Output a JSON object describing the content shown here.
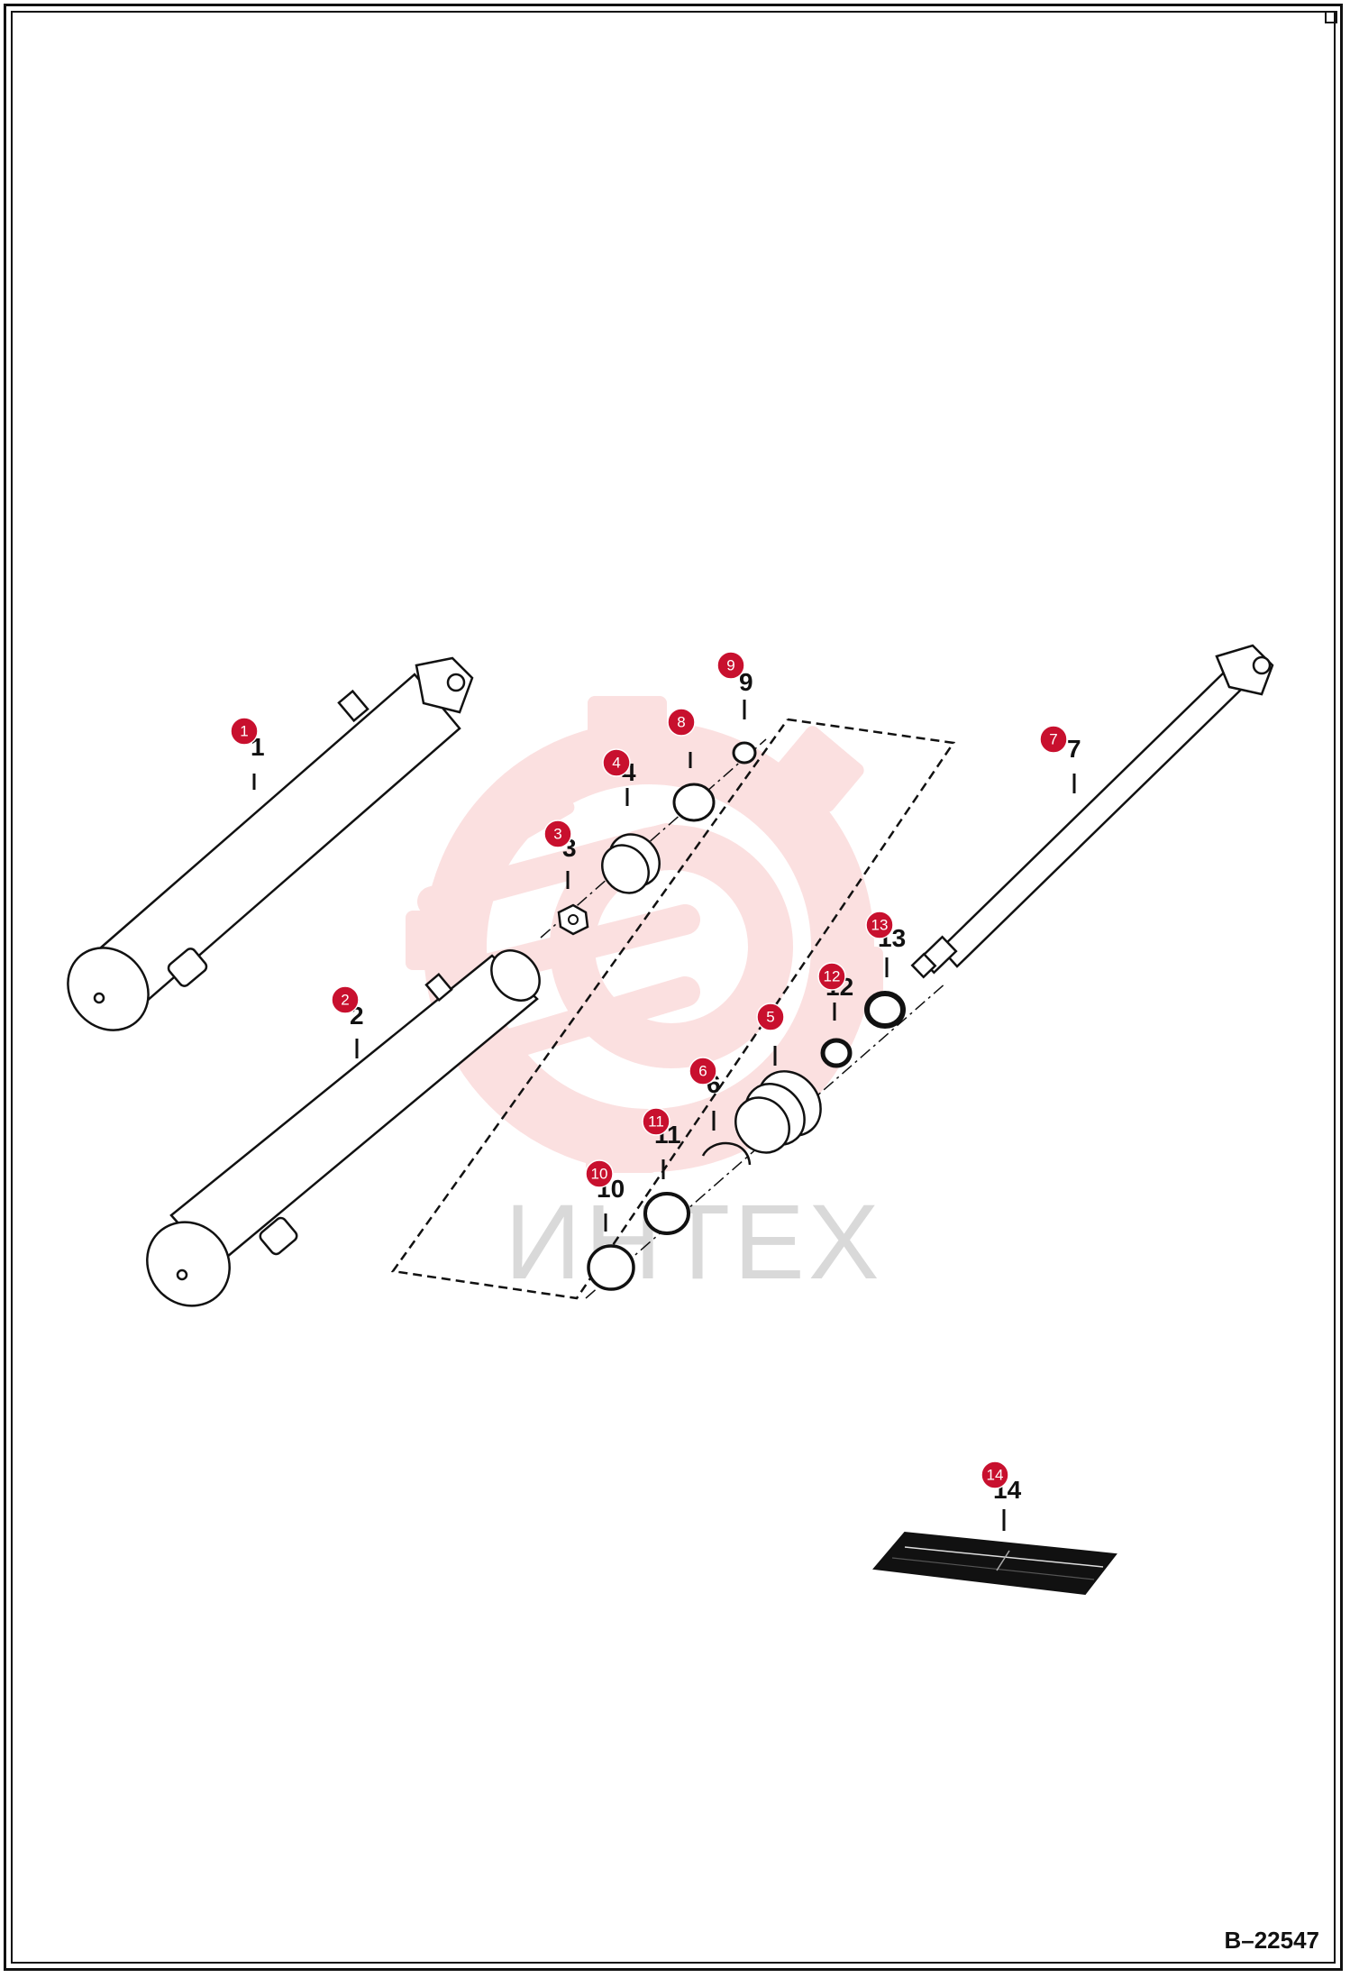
{
  "drawing_number": "B–22547",
  "watermark_text": "ИНТЕХ",
  "callout_color": "#c8102e",
  "watermark_color": "#f7c6c6",
  "parts": [
    {
      "label": "1"
    },
    {
      "label": "2"
    },
    {
      "label": "3"
    },
    {
      "label": "4"
    },
    {
      "label": "5"
    },
    {
      "label": "6"
    },
    {
      "label": "7"
    },
    {
      "label": "8"
    },
    {
      "label": "9"
    },
    {
      "label": "10"
    },
    {
      "label": "11"
    },
    {
      "label": "12"
    },
    {
      "label": "13"
    },
    {
      "label": "14"
    }
  ]
}
